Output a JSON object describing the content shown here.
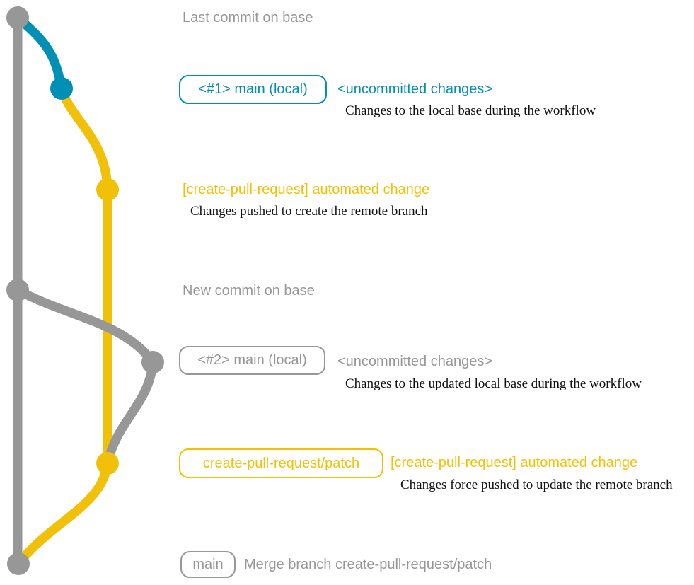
{
  "colors": {
    "base_branch": "#979797",
    "local_changes": "#008fb5",
    "remote_branch": "#f1c109",
    "caption_text": "#111111",
    "background": "#ffffff"
  },
  "diagram": {
    "type": "git-graph",
    "branch_lanes": [
      "base",
      "main (local)",
      "create-pull-request/patch"
    ],
    "commit_dots": [
      {
        "name": "last-commit-on-base",
        "lane": "base"
      },
      {
        "name": "local-commit-1",
        "lane": "main (local)"
      },
      {
        "name": "automated-change-commit-1",
        "lane": "create-pull-request/patch"
      },
      {
        "name": "new-commit-on-base",
        "lane": "base"
      },
      {
        "name": "local-commit-2",
        "lane": "main (local)"
      },
      {
        "name": "automated-change-commit-2",
        "lane": "create-pull-request/patch"
      },
      {
        "name": "merge-commit",
        "lane": "base"
      }
    ]
  },
  "rows": {
    "last_commit": {
      "text": "Last commit on base"
    },
    "local_1": {
      "branch_label": "<#1> main (local)",
      "message": "<uncommitted changes>",
      "caption": "Changes to the local base during the workflow"
    },
    "remote_create": {
      "message": "[create-pull-request] automated change",
      "caption": "Changes pushed to create the remote branch"
    },
    "new_commit": {
      "text": "New commit on base"
    },
    "local_2": {
      "branch_label": "<#2> main (local)",
      "message": "<uncommitted changes>",
      "caption": "Changes to the updated local base during the workflow"
    },
    "remote_update": {
      "branch_label": "create-pull-request/patch",
      "message": "[create-pull-request] automated change",
      "caption": "Changes force pushed to update the remote branch"
    },
    "merge": {
      "branch_label": "main",
      "message": "Merge branch create-pull-request/patch"
    }
  }
}
